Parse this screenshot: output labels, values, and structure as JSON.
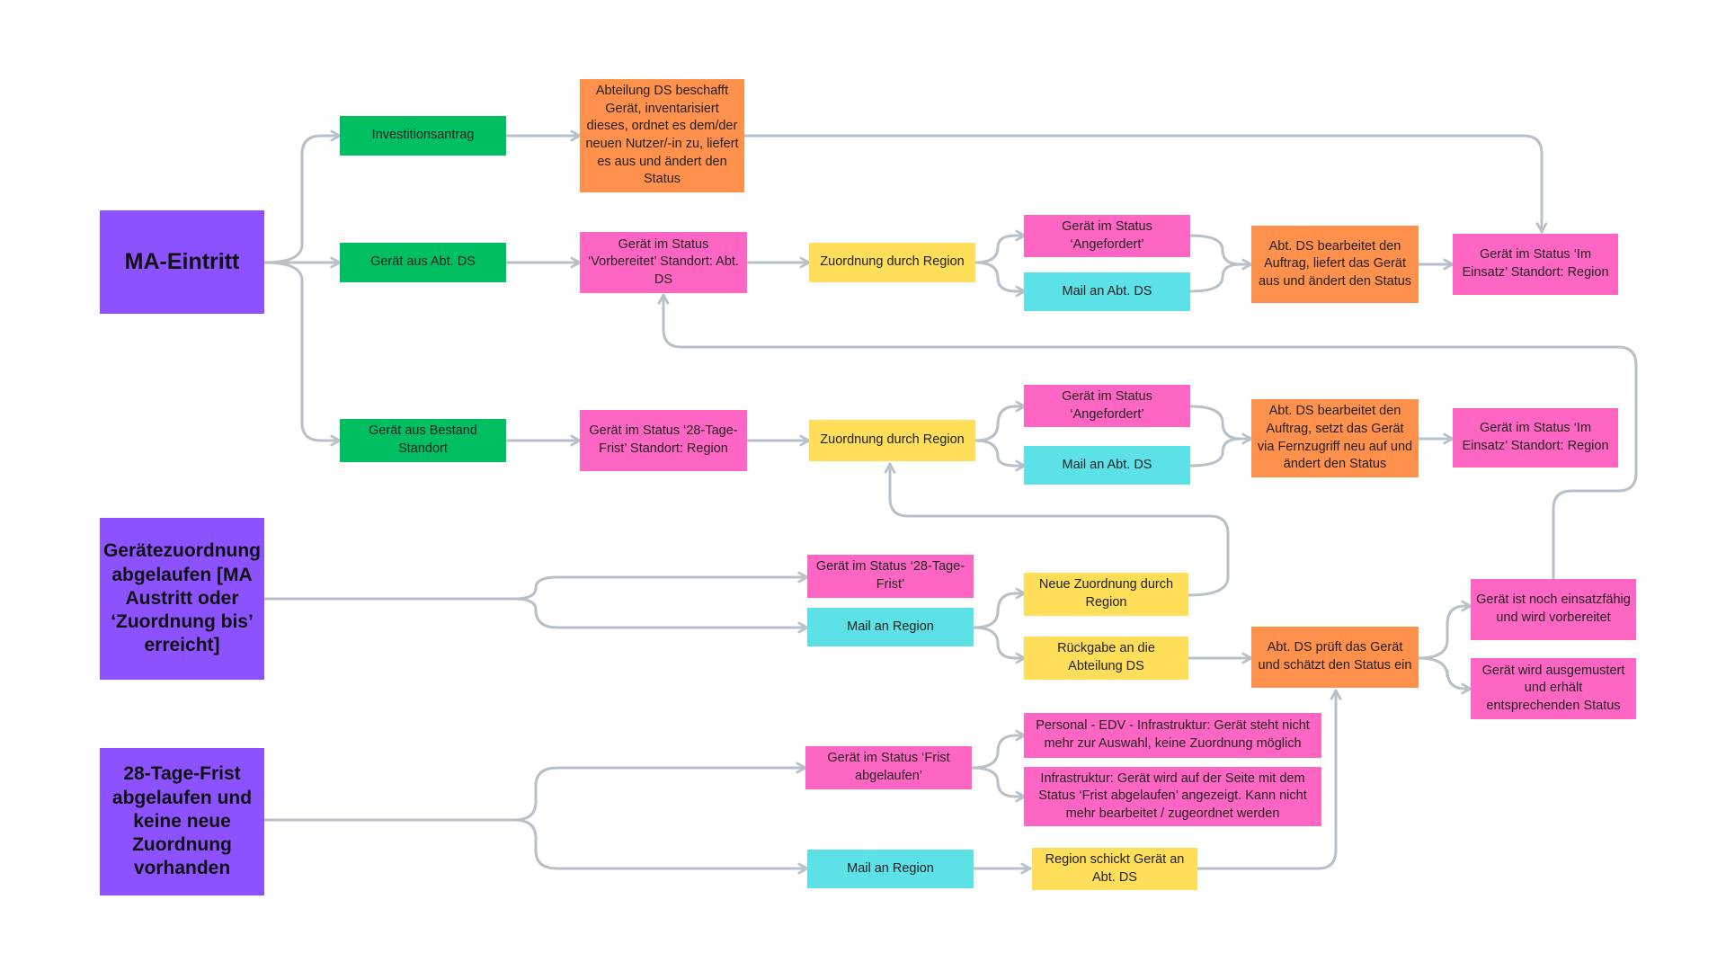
{
  "colors": {
    "purple": "#8c52ff",
    "green": "#00bf63",
    "orange": "#ff914d",
    "pink": "#ff66c4",
    "yellow": "#ffde59",
    "cyan": "#5ce1e6",
    "connector": "#b8c0c8"
  },
  "nodes": {
    "ma_eintritt": "MA-Eintritt",
    "zuordnung_abgelaufen": "Gerätezuordnung abgelaufen [MA Austritt oder ‘Zuordnung bis’ erreicht]",
    "frist_abgelaufen_start": "28-Tage-Frist abgelaufen und keine neue Zuordnung vorhanden",
    "investitionsantrag": "Investitionsantrag",
    "geraet_aus_abt_ds": "Gerät aus Abt. DS",
    "geraet_aus_bestand": "Gerät aus Bestand Standort",
    "abt_ds_beschafft": "Abteilung DS beschafft Gerät, inventarisiert dieses, ordnet es dem/der  neuen Nutzer/-in zu, liefert es aus und ändert den Status",
    "status_vorbereitet": "Gerät im Status ‘Vorbereitet’ Standort: Abt. DS",
    "status_28_frist_region": "Gerät im Status ‘28-Tage-Frist’ Standort: Region",
    "zuordnung_region_1": "Zuordnung durch Region",
    "zuordnung_region_2": "Zuordnung durch Region",
    "status_angefordert_1": "Gerät im Status ‘Angefordert’",
    "mail_abt_ds_1": "Mail an Abt. DS",
    "status_angefordert_2": "Gerät im Status ‘Angefordert’",
    "mail_abt_ds_2": "Mail an Abt. DS",
    "abt_ds_liefert": "Abt. DS bearbeitet den Auftrag, liefert das Gerät aus und ändert den Status",
    "abt_ds_fernzugriff": "Abt. DS bearbeitet den Auftrag, setzt das Gerät via Fernzugriff neu auf und ändert den Status",
    "im_einsatz_1": "Gerät im Status ‘Im Einsatz’ Standort: Region",
    "im_einsatz_2": "Gerät im Status ‘Im Einsatz’ Standort: Region",
    "status_28_frist": "Gerät im Status ‘28-Tage-Frist’",
    "mail_region_1": "Mail an Region",
    "neue_zuordnung": "Neue Zuordnung durch Region",
    "rueckgabe": "Rückgabe an die Abteilung DS",
    "abt_ds_prueft": "Abt. DS prüft das Gerät und schätzt den Status ein",
    "einsatzfaehig": "Gerät ist noch einsatzfähig und wird vorbereitet",
    "ausgemustert": "Gerät wird ausgemustert und erhält entsprechenden Status",
    "status_frist_abgelaufen": "Gerät im Status ‘Frist abgelaufen’",
    "mail_region_2": "Mail an Region",
    "personal_edv": "Personal - EDV - Infrastruktur: Gerät steht nicht mehr zur Auswahl, keine Zuordnung möglich",
    "infrastruktur": "Infrastruktur: Gerät wird auf der Seite mit dem Status ‘Frist abgelaufen’ angezeigt. Kann nicht mehr bearbeitet / zugeordnet werden",
    "region_schickt": "Region schickt Gerät an Abt. DS"
  }
}
